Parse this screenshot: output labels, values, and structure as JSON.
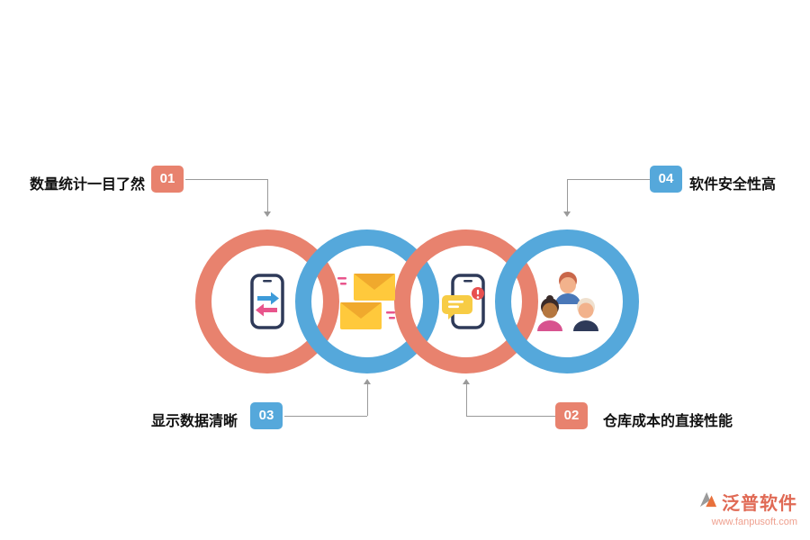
{
  "items": [
    {
      "num": "01",
      "label": "数量统计一目了然"
    },
    {
      "num": "02",
      "label": "仓库成本的直接性能"
    },
    {
      "num": "03",
      "label": "显示数据清晰"
    },
    {
      "num": "04",
      "label": "软件安全性高"
    }
  ],
  "colors": {
    "coral": "#E8826E",
    "blue": "#55A8DB",
    "connector_gray": "#9A9A9A",
    "envelope_yellow": "#FFC93C",
    "phone_navy": "#2E3A59",
    "alert_red": "#E8504F"
  },
  "icons": {
    "ring1": "phone-transfer-icon",
    "ring2": "mail-icon",
    "ring3": "phone-chat-icon",
    "ring4": "team-icon"
  },
  "logo": {
    "name": "泛普软件",
    "site": "www.fanpusoft.com"
  }
}
